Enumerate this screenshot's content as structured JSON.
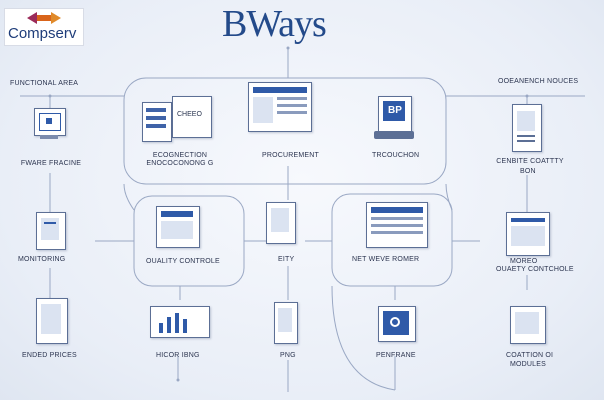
{
  "logo": {
    "text": "Compserv"
  },
  "title": "BWays",
  "labels": {
    "functional_area": "FUNCTIONAL AREA",
    "ewane_fracine": "FWARE FRACINE",
    "ocean_nodes": "OOEANENCH NOUCES",
    "procurement_top": "PROCUREMENT",
    "ecognition": "ECOGNECTION",
    "ecognition_sub": "ENOCOCONONG G",
    "trcouchon": "TRCOUCHON",
    "cenbite_country": "CENBITE COATTTY",
    "bon": "BON",
    "monitoring": "MONITORING",
    "quality_control_left": "OUALITY CONTROLE",
    "entity": "EITY",
    "net_broker": "NET WEVE ROMER",
    "moreo": "MOREO",
    "quality_control_right": "OUAETY CONTCHOLE",
    "ended_prices": "ENDED PRICES",
    "hicor_ibng": "HICOR IBNG",
    "png": "PNG",
    "penframe": "PENFRANE",
    "condition": "COATTION OI",
    "modules": "MODULES",
    "cheeo": "CHEEO"
  }
}
